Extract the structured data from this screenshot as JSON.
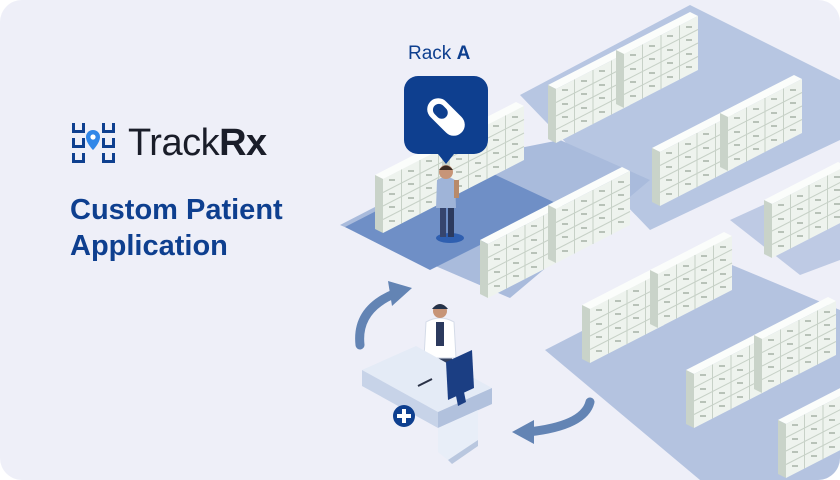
{
  "brand": {
    "name_prefix": "Track",
    "name_suffix": "Rx",
    "logo_icon": "shelf-map-pin-icon"
  },
  "subtitle": {
    "line1": "Custom Patient",
    "line2": "Application"
  },
  "rack_label": {
    "word": "Rack",
    "letter": "A"
  },
  "pin_icon": "pill-capsule-icon",
  "colors": {
    "background": "#eeeff8",
    "brand_blue": "#0e3f8f",
    "floor": "#a9bbdc",
    "highlight_floor": "#6f8fc6",
    "cabinet": "#f4f8f4",
    "arrow": "#6384b4"
  }
}
